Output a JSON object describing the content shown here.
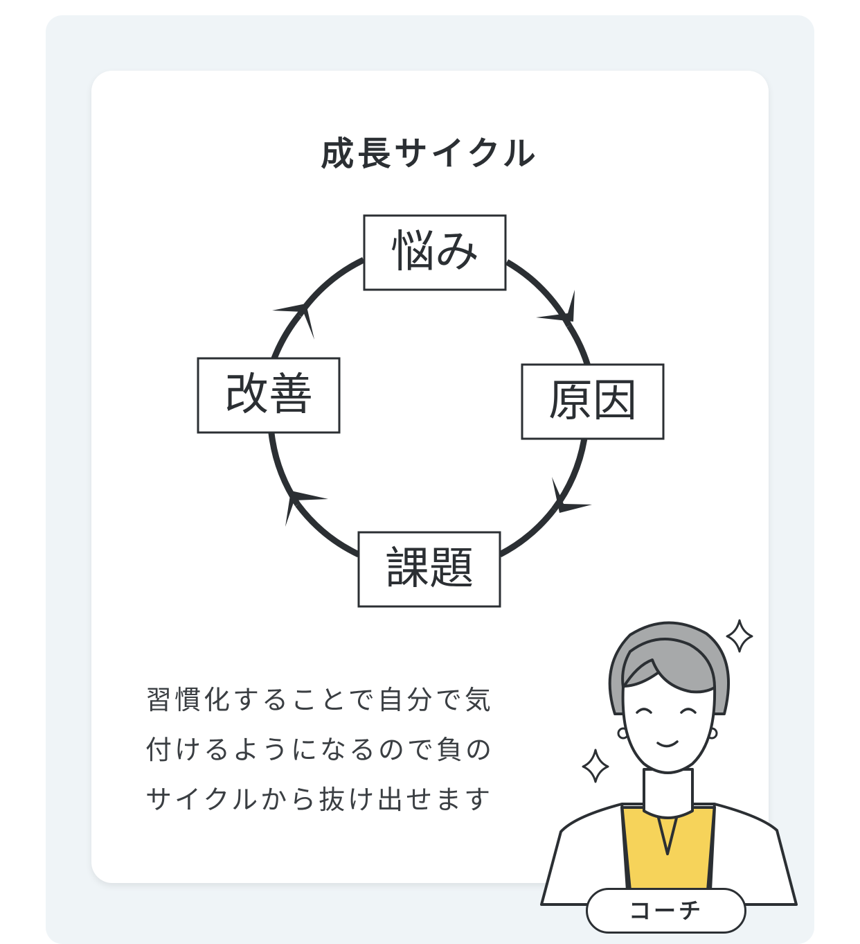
{
  "title": "成長サイクル",
  "cycle": {
    "nodes": [
      "悩み",
      "原因",
      "課題",
      "改善"
    ]
  },
  "description": {
    "lines": [
      "習慣化することで自分で気",
      "付けるようになるので負の",
      "サイクルから抜け出せます"
    ]
  },
  "coach": {
    "label": "コーチ"
  },
  "colors": {
    "panel": "#eff4f7",
    "ink": "#2b2f33",
    "hair": "#a7a9aa",
    "shirt": "#f6d35a"
  }
}
